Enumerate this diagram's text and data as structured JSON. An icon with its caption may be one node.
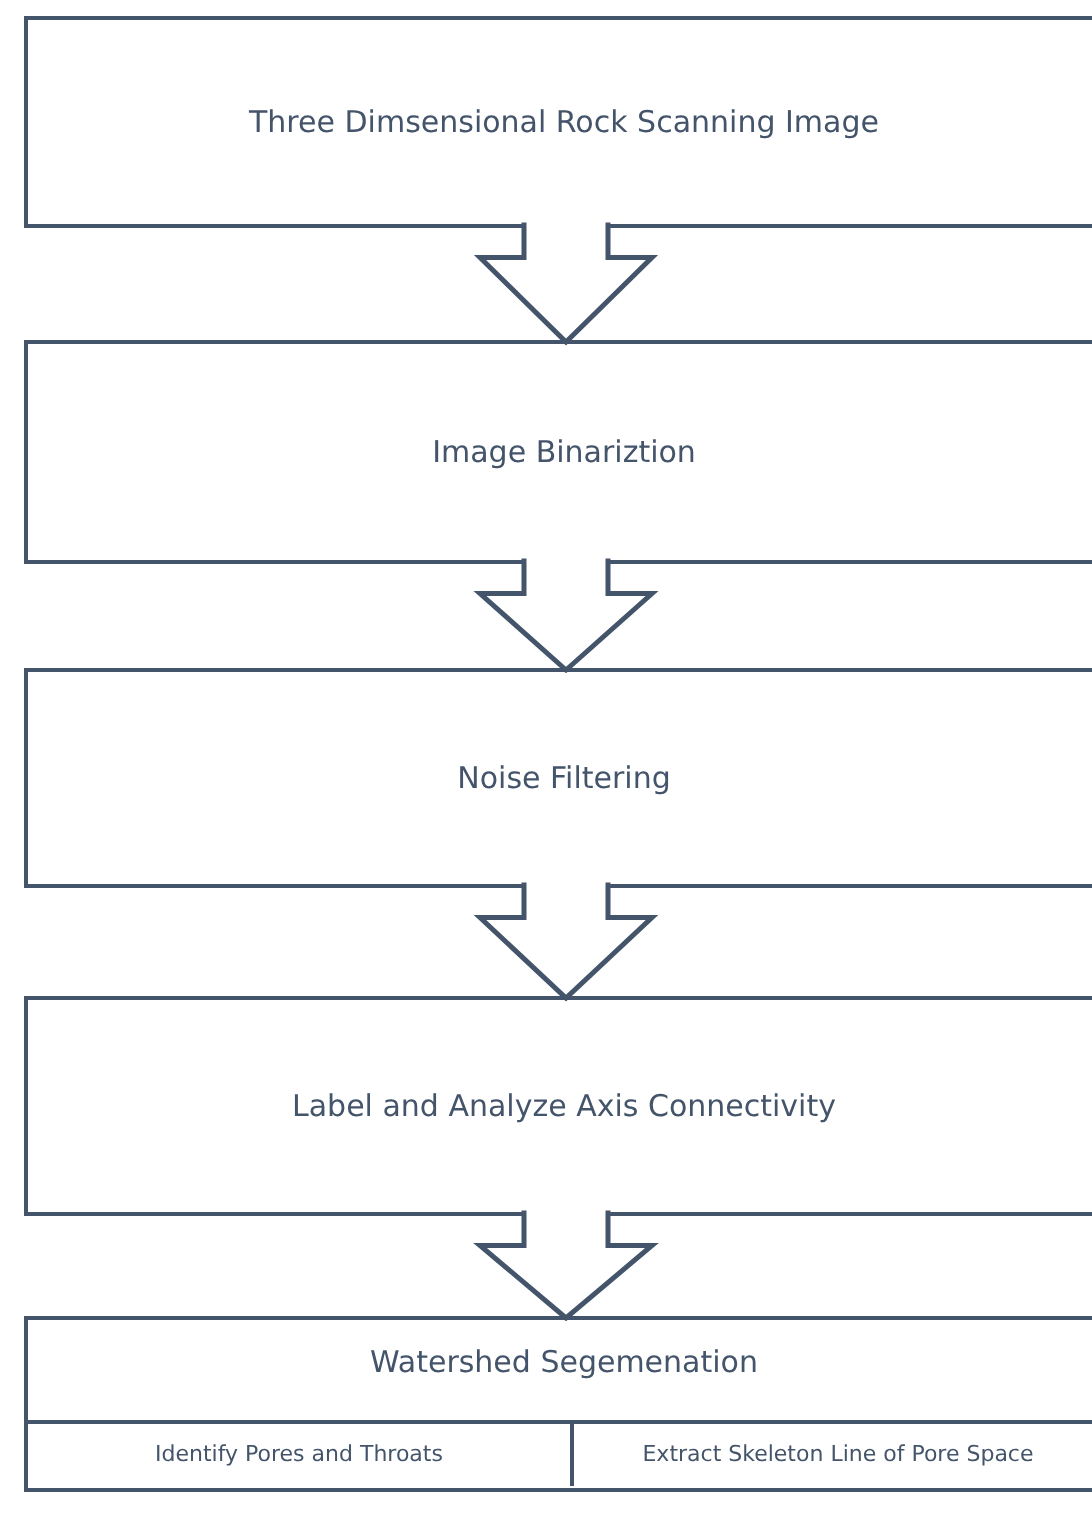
{
  "diagram": {
    "nodes": [
      {
        "text": [
          "Three Dimsensional Rock Scanning Image"
        ]
      },
      {
        "text": [
          "Image Binariztion"
        ]
      },
      {
        "text": [
          "Noise Filtering"
        ]
      },
      {
        "text": [
          "Label and Analyze Axis Connectivity"
        ]
      },
      {
        "text": [
          "Watershed Segemenation"
        ]
      },
      {
        "text": [
          "Identify Pores and Throats"
        ],
        "in": 4
      },
      {
        "text": [
          "Extract Skeleton Line of Pore Space"
        ],
        "in": 4
      }
    ],
    "edges": [
      {
        "from": 0,
        "to": 1,
        "arrow": "to"
      },
      {
        "from": 1,
        "to": 2,
        "arrow": "to"
      },
      {
        "from": 2,
        "to": 3,
        "arrow": "to"
      },
      {
        "from": 3,
        "to": 4,
        "arrow": "to"
      }
    ]
  }
}
